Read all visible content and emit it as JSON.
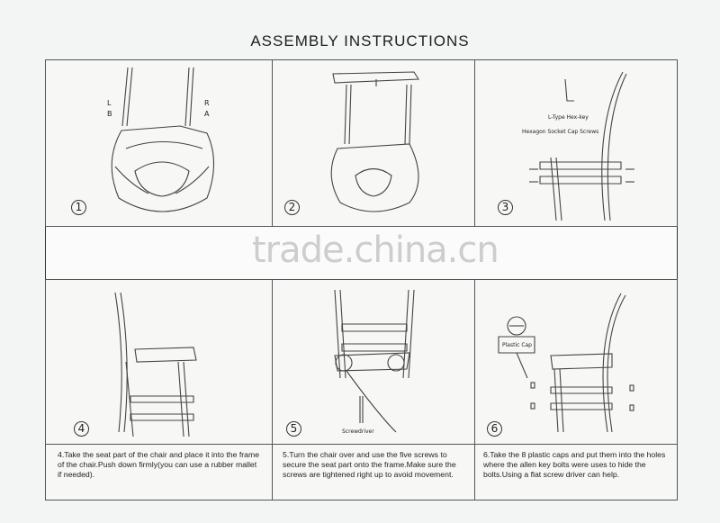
{
  "title": "ASSEMBLY INSTRUCTIONS",
  "watermark": "trade.china.cn",
  "labels": {
    "l": "L",
    "b": "B",
    "r": "R",
    "a": "A",
    "hexkey": "L-Type Hex-key",
    "screws": "Hexagon Socket Cap Screws",
    "screwdriver": "Screwdriver",
    "plastic_cap": "Plastic Cap"
  },
  "steps": [
    {
      "number": "1"
    },
    {
      "number": "2"
    },
    {
      "number": "3"
    },
    {
      "number": "4",
      "text": "4.Take the seat part of the chair and place it into the frame of the chair.Push down firmly(you can use a rubber mallet if needed)."
    },
    {
      "number": "5",
      "text": "5.Turn the chair over and use the five screws to secure the seat part onto the frame.Make sure the screws are tightened right up to avoid movement."
    },
    {
      "number": "6",
      "text": "6.Take the 8 plastic caps and put them into the holes where the allen key bolts were uses to hide the bolts.Using a flat screw driver can help."
    }
  ]
}
